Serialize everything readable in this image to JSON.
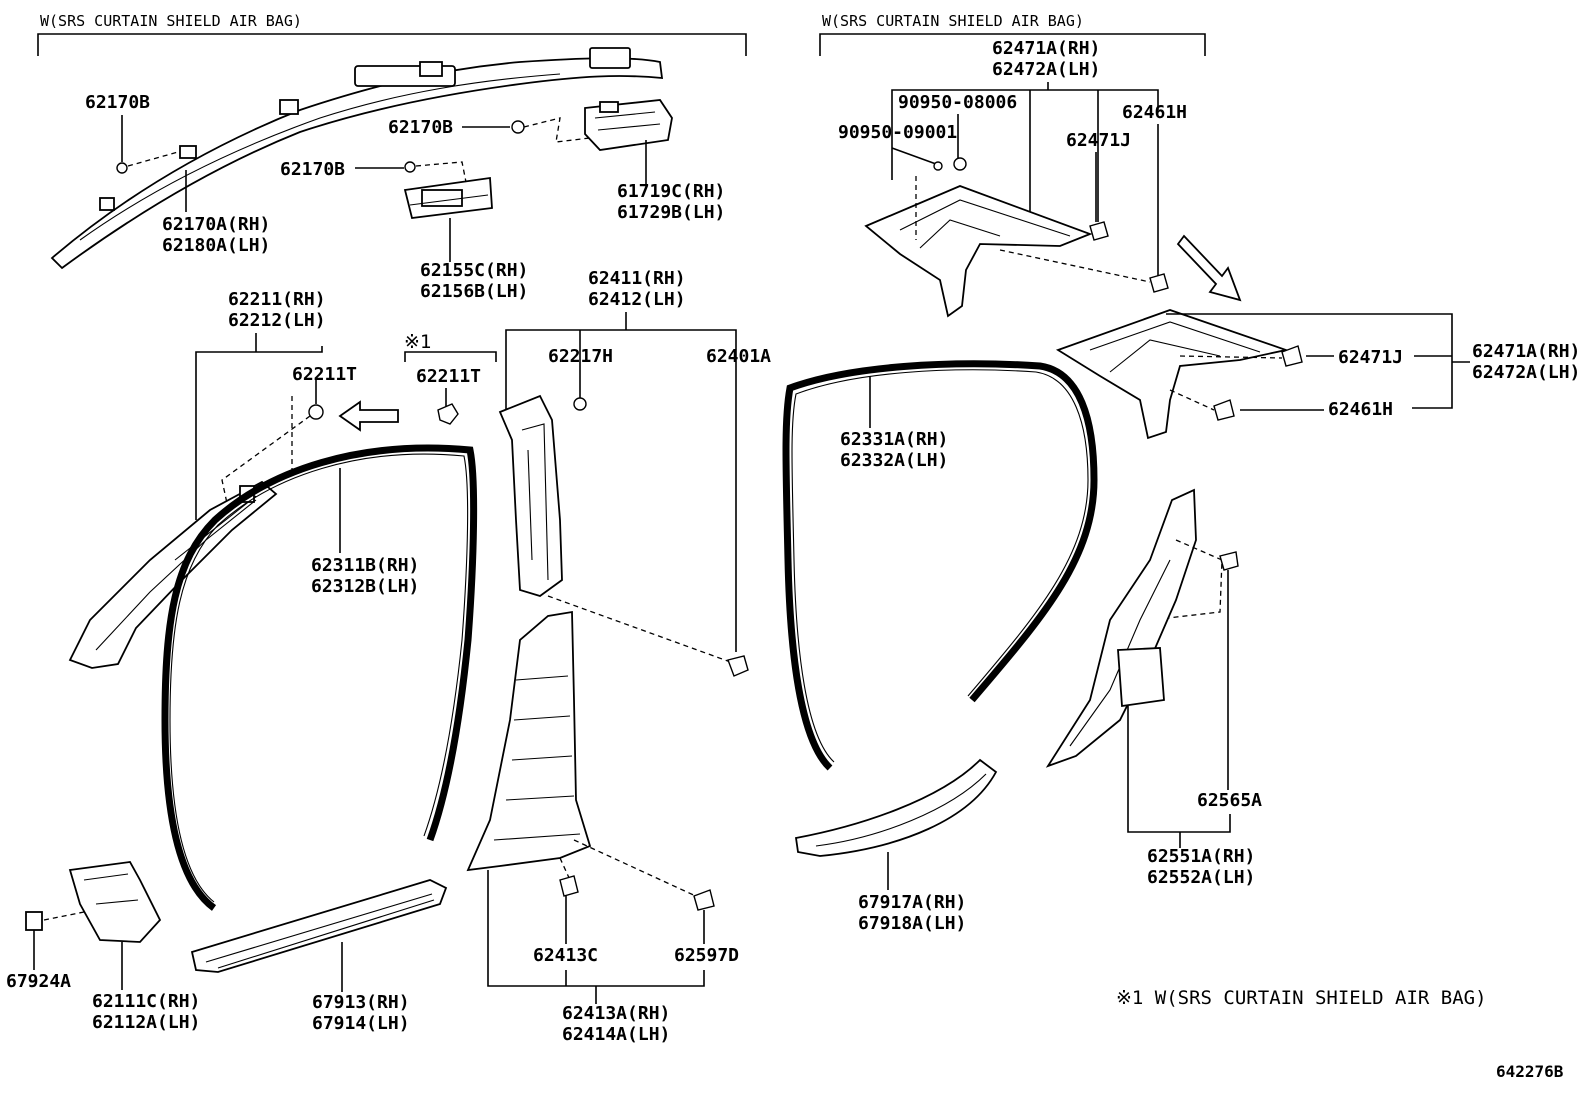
{
  "headers": {
    "left": "W(SRS CURTAIN SHIELD AIR BAG)",
    "right": "W(SRS CURTAIN SHIELD AIR BAG)"
  },
  "note_mark": "※1",
  "footnote": "※1 W(SRS CURTAIN SHIELD AIR BAG)",
  "drawing_code": "642276B",
  "labels": {
    "p62170B_a": "62170B",
    "p62170B_b": "62170B",
    "p62170B_c": "62170B",
    "p62170A": "62170A(RH)",
    "p62180A": "62180A(LH)",
    "p61719C": "61719C(RH)",
    "p61729B": "61729B(LH)",
    "p62155C": "62155C(RH)",
    "p62156B": "62156B(LH)",
    "p62211": "62211(RH)",
    "p62212": "62212(LH)",
    "p62211T_a": "62211T",
    "p62211T_b": "62211T",
    "p62411": "62411(RH)",
    "p62412": "62412(LH)",
    "p62217H": "62217H",
    "p62401A": "62401A",
    "p62311B": "62311B(RH)",
    "p62312B": "62312B(LH)",
    "p62413C": "62413C",
    "p62597D": "62597D",
    "p62413A": "62413A(RH)",
    "p62414A": "62414A(LH)",
    "p67913": "67913(RH)",
    "p67914": "67914(LH)",
    "p62111C": "62111C(RH)",
    "p62112A": "62112A(LH)",
    "p67924A": "67924A",
    "p62471A_top": "62471A(RH)",
    "p62472A_top": "62472A(LH)",
    "p90950_08006": "90950-08006",
    "p90950_09001": "90950-09001",
    "p62461H_top": "62461H",
    "p62471J_top": "62471J",
    "p62471J_mid": "62471J",
    "p62471A_mid": "62471A(RH)",
    "p62472A_mid": "62472A(LH)",
    "p62461H_mid": "62461H",
    "p62331A": "62331A(RH)",
    "p62332A": "62332A(LH)",
    "p67917A": "67917A(RH)",
    "p67918A": "67918A(LH)",
    "p62565A": "62565A",
    "p62551A": "62551A(RH)",
    "p62552A": "62552A(LH)"
  }
}
